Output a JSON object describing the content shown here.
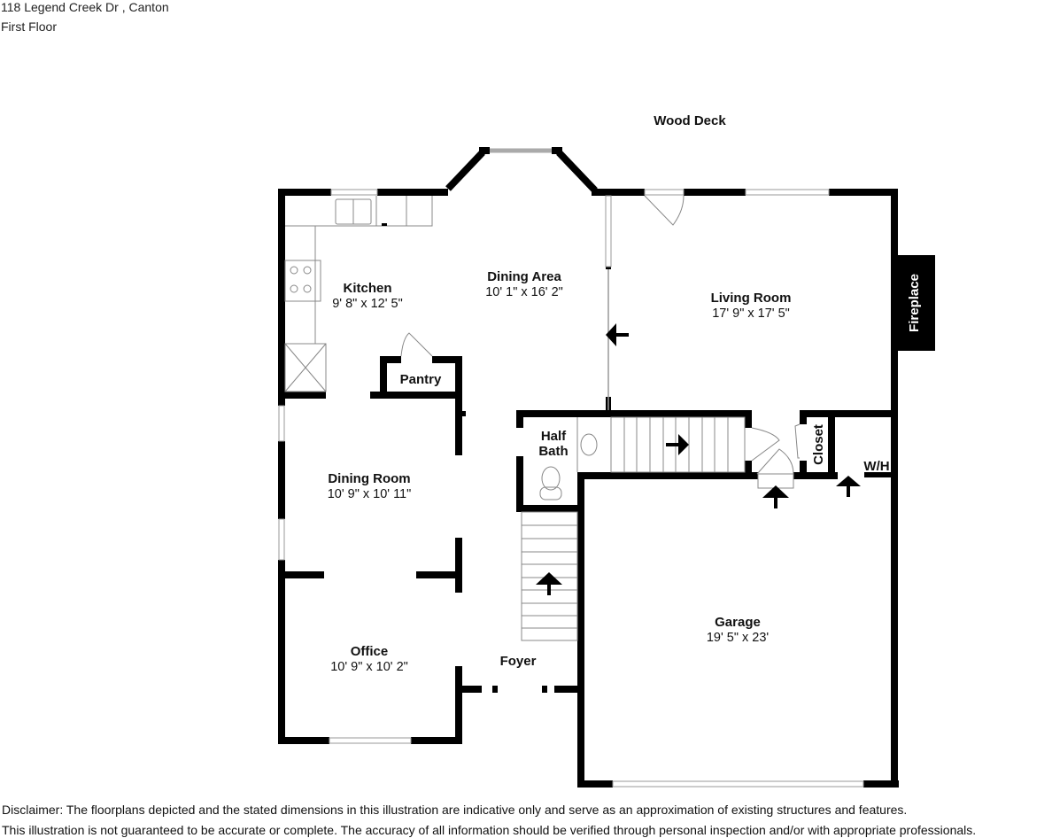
{
  "header": {
    "address": "118 Legend Creek Dr , Canton",
    "floor": "First Floor"
  },
  "rooms": [
    {
      "name": "Kitchen",
      "dims": "9' 8\" x 12' 5\""
    },
    {
      "name": "Dining Area",
      "dims": "10' 1\" x 16' 2\""
    },
    {
      "name": "Living Room",
      "dims": "17' 9\" x 17' 5\""
    },
    {
      "name": "Dining Room",
      "dims": "10' 9\" x 10' 11\""
    },
    {
      "name": "Office",
      "dims": "10' 9\" x 10' 2\""
    },
    {
      "name": "Garage",
      "dims": "19' 5\" x 23'"
    }
  ],
  "labels": {
    "wood_deck": "Wood Deck",
    "pantry": "Pantry",
    "half": "Half",
    "bath": "Bath",
    "closet": "Closet",
    "wh": "W/H",
    "foyer": "Foyer",
    "fireplace": "Fireplace"
  },
  "disclaimer": {
    "line1": "Disclaimer: The floorplans depicted and the stated dimensions in this illustration are indicative only and serve as an approximation of existing structures and features.",
    "line2": "This illustration is not guaranteed to be accurate or complete. The accuracy of all information should be verified through personal inspection and/or with appropriate professionals."
  }
}
